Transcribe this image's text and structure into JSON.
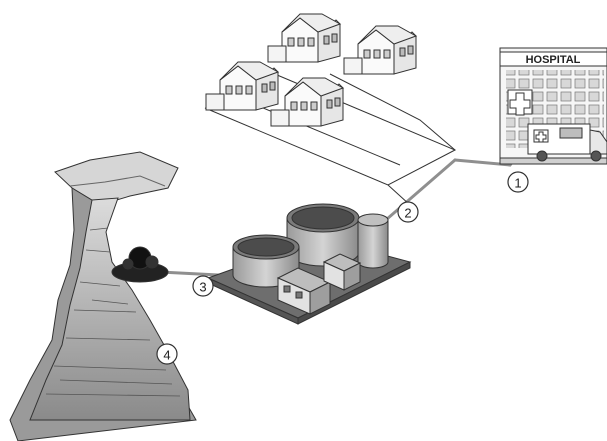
{
  "hospital": {
    "sign": "HOSPITAL"
  },
  "markers": [
    "1",
    "2",
    "3",
    "4"
  ]
}
